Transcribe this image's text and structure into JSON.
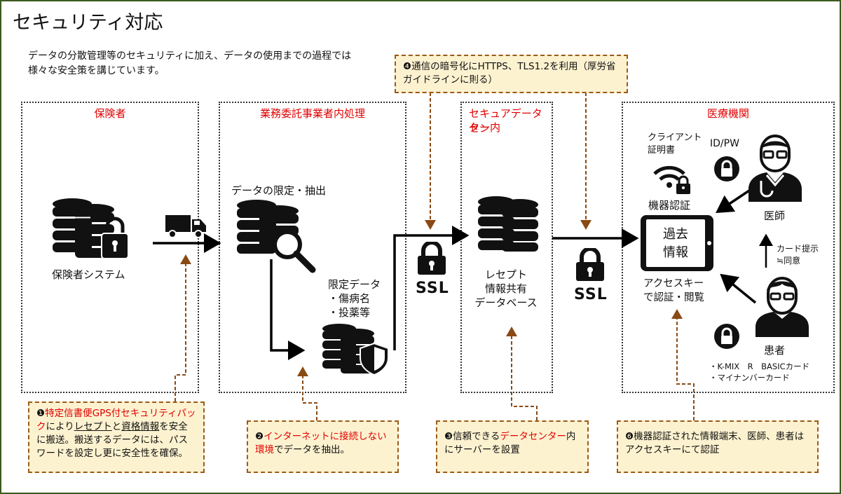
{
  "title": "セキュリティ対応",
  "intro": "データの分散管理等のセキュリティに加え、データの使用までの過程では様々な安全策を講じています。",
  "groups": {
    "insurer": {
      "title": "保険者",
      "system_label": "保険者システム"
    },
    "contractor": {
      "title": "業務委託事業者内処理",
      "limit_label": "データの限定・抽出",
      "limited_data": [
        "限定データ",
        "・傷病名",
        "・投薬等"
      ]
    },
    "datacenter": {
      "title_line1": "セキュアデータセン",
      "title_line2": "ター内",
      "db_label": [
        "レセプト",
        "情報共有",
        "データベース"
      ]
    },
    "medical": {
      "title": "医療機関",
      "client_cert": [
        "クライアント",
        "証明書"
      ],
      "device_auth": "機器認証",
      "tablet_text": [
        "過去",
        "情報"
      ],
      "access": [
        "アクセスキー",
        "で認証・閲覧"
      ],
      "idpw": "ID/PW",
      "doctor": "医師",
      "patient": "患者",
      "card_consent": [
        "カード提示",
        "≒同意"
      ],
      "cards": [
        "・K-MIX　R　BASICカード",
        "・マイナンバーカード"
      ]
    }
  },
  "ssl": "SSL",
  "notes": {
    "n1": {
      "num": "❶",
      "red1": "特定信書便GPS付セキュリティパック",
      "t1": "により",
      "u1": "レセプト",
      "t2": "と",
      "u2": "資格情報",
      "t3": "を安全に搬送。搬送するデータには、パスワードを設定し更に安全性を確保。"
    },
    "n2": {
      "num": "❷",
      "red": "インターネットに接続しない環境",
      "rest": "でデータを抽出。"
    },
    "n3": {
      "num": "❸",
      "pre": "信頼できる",
      "red": "データセンター",
      "rest": "内にサーバーを設置"
    },
    "n4": {
      "num": "❹",
      "text": "通信の暗号化にHTTPS、TLS1.2を利用（厚労省ガイドラインに則る）"
    },
    "n6": {
      "num": "❻",
      "text": "機器認証された情報端末、医師、患者はアクセスキーにて認証"
    }
  },
  "colors": {
    "red": "#e00000",
    "note_bg": "#fdf2d0",
    "note_border": "#9b5a18",
    "frame": "#3b5a1f"
  }
}
